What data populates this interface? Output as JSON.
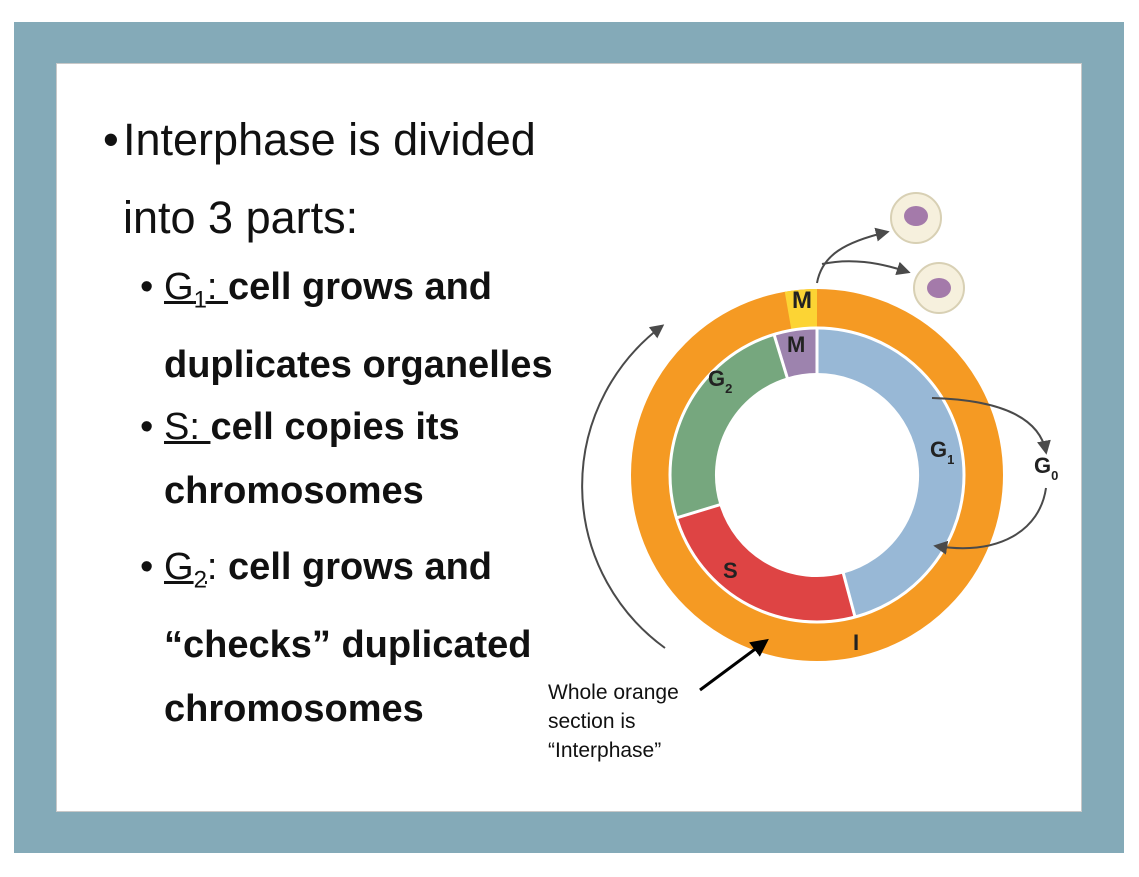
{
  "slide": {
    "main_bullet": {
      "line1": "Interphase is divided",
      "line2": "into 3 parts:"
    },
    "sub_bullets": [
      {
        "label": "G",
        "label_sub": "1",
        "label_suffix": ": ",
        "line1": "cell grows and",
        "line2": "duplicates organelles"
      },
      {
        "label": "S: ",
        "line1": "cell copies its",
        "line2": "chromosomes"
      },
      {
        "label": "G",
        "label_sub": "2",
        "label_suffix": ":  ",
        "line1": "cell grows and",
        "line2": "“checks” duplicated",
        "line3": "chromosomes"
      }
    ]
  },
  "diagram": {
    "outer_labels": {
      "mitosis": "M",
      "interphase": "I"
    },
    "inner_labels": {
      "mitosis": "M",
      "g1": "G",
      "g1_sub": "1",
      "s": "S",
      "g2": "G",
      "g2_sub": "2",
      "g0": "G",
      "g0_sub": "0"
    },
    "caption": {
      "line1": "Whole orange",
      "line2": "section is",
      "line3": "“Interphase”"
    },
    "colors": {
      "interphase_ring": "#f59a23",
      "mitosis_outer": "#fcd434",
      "g1": "#98b8d6",
      "s": "#de4444",
      "g2": "#76a77e",
      "mitosis_inner": "#9d83ae",
      "frame": "#84aab8"
    }
  }
}
